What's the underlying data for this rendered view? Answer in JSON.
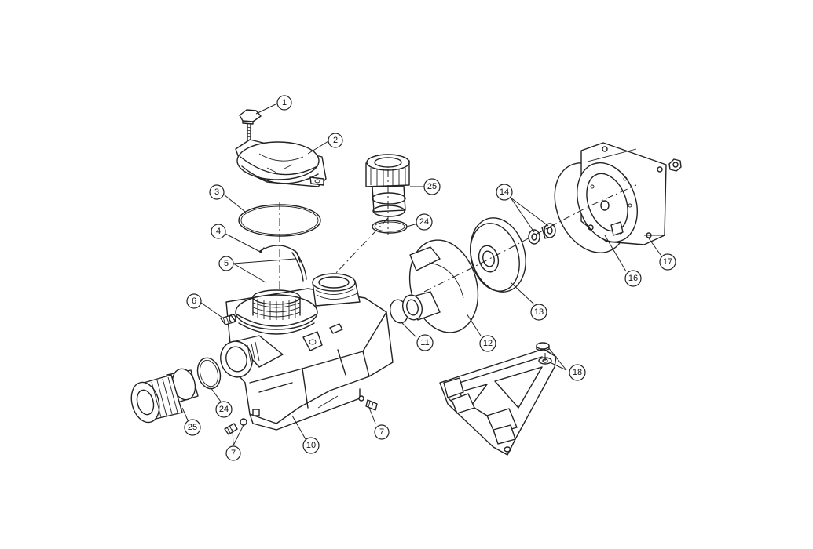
{
  "callouts": [
    {
      "id": "c1",
      "label": "1"
    },
    {
      "id": "c2",
      "label": "2"
    },
    {
      "id": "c3",
      "label": "3"
    },
    {
      "id": "c4",
      "label": "4"
    },
    {
      "id": "c5",
      "label": "5"
    },
    {
      "id": "c6",
      "label": "6"
    },
    {
      "id": "c7a",
      "label": "7"
    },
    {
      "id": "c7b",
      "label": "7"
    },
    {
      "id": "c10",
      "label": "10"
    },
    {
      "id": "c11",
      "label": "11"
    },
    {
      "id": "c12",
      "label": "12"
    },
    {
      "id": "c13",
      "label": "13"
    },
    {
      "id": "c14",
      "label": "14"
    },
    {
      "id": "c16",
      "label": "16"
    },
    {
      "id": "c17",
      "label": "17"
    },
    {
      "id": "c18",
      "label": "18"
    },
    {
      "id": "c24a",
      "label": "24"
    },
    {
      "id": "c24b",
      "label": "24"
    },
    {
      "id": "c25a",
      "label": "25"
    },
    {
      "id": "c25b",
      "label": "25"
    }
  ]
}
